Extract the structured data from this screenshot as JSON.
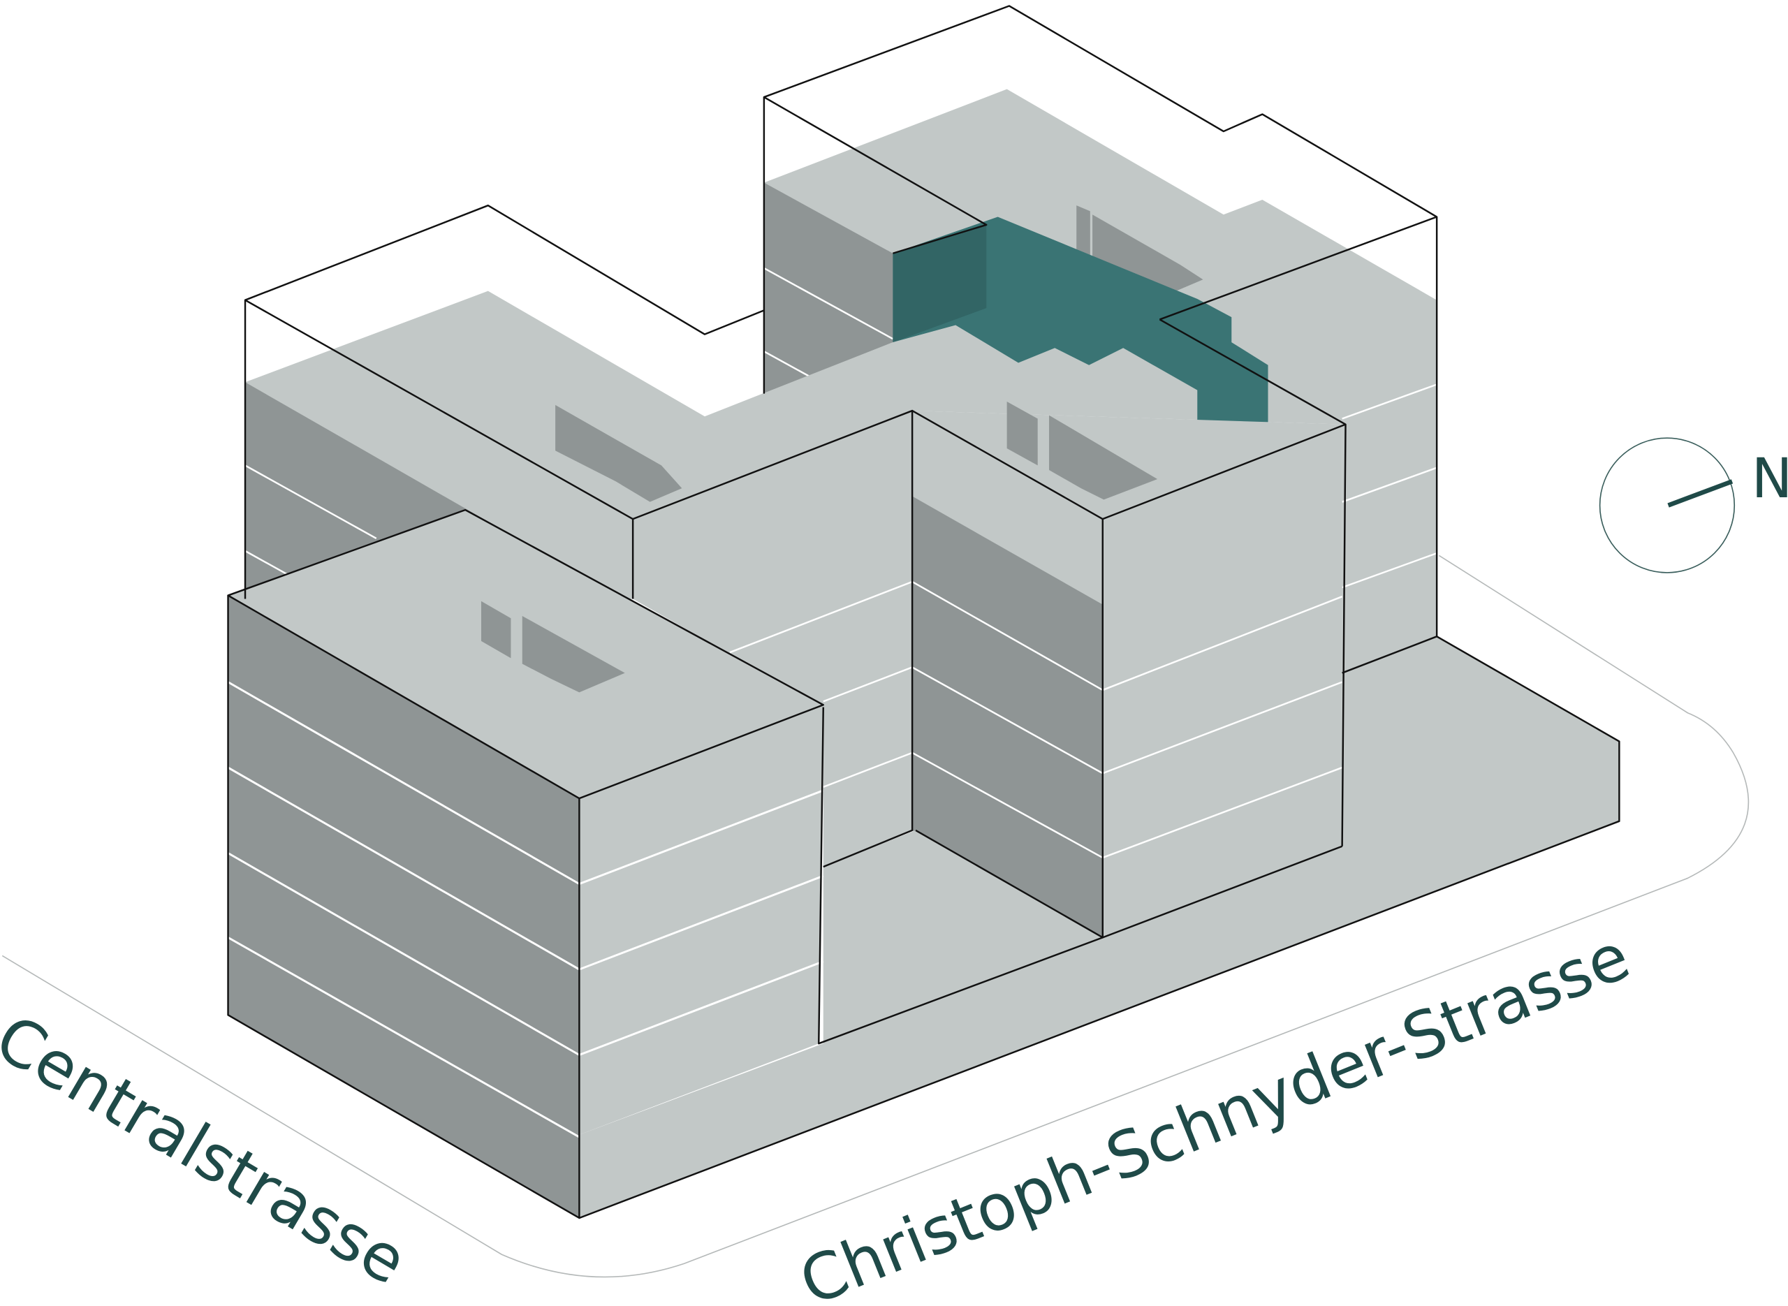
{
  "streets": {
    "left": "Centralstrasse",
    "bottom": "Christoph-Schnyder-Strasse"
  },
  "compass": {
    "label": "N"
  },
  "colors": {
    "light_face": "#c2c8c7",
    "dark_face": "#8f9595",
    "highlight": "#3a7474",
    "text": "#1f4a48"
  }
}
